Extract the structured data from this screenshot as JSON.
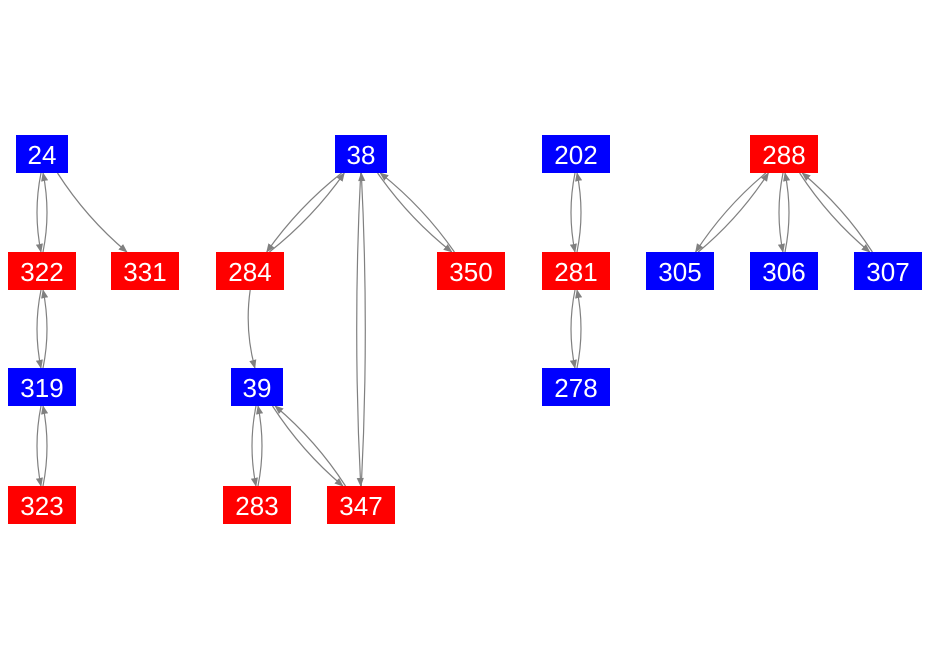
{
  "colors": {
    "blue": "#0000ff",
    "red": "#ff0000",
    "edge": "#808080",
    "label": "#ffffff"
  },
  "nodes": [
    {
      "id": "24",
      "label": "24",
      "color": "blue"
    },
    {
      "id": "322",
      "label": "322",
      "color": "red"
    },
    {
      "id": "331",
      "label": "331",
      "color": "red"
    },
    {
      "id": "319",
      "label": "319",
      "color": "blue"
    },
    {
      "id": "323",
      "label": "323",
      "color": "red"
    },
    {
      "id": "38",
      "label": "38",
      "color": "blue"
    },
    {
      "id": "284",
      "label": "284",
      "color": "red"
    },
    {
      "id": "350",
      "label": "350",
      "color": "red"
    },
    {
      "id": "39",
      "label": "39",
      "color": "blue"
    },
    {
      "id": "283",
      "label": "283",
      "color": "red"
    },
    {
      "id": "347",
      "label": "347",
      "color": "red"
    },
    {
      "id": "202",
      "label": "202",
      "color": "blue"
    },
    {
      "id": "281",
      "label": "281",
      "color": "red"
    },
    {
      "id": "278",
      "label": "278",
      "color": "blue"
    },
    {
      "id": "288",
      "label": "288",
      "color": "red"
    },
    {
      "id": "305",
      "label": "305",
      "color": "blue"
    },
    {
      "id": "306",
      "label": "306",
      "color": "blue"
    },
    {
      "id": "307",
      "label": "307",
      "color": "blue"
    }
  ],
  "edges": [
    {
      "from": "24",
      "to": "322"
    },
    {
      "from": "322",
      "to": "24"
    },
    {
      "from": "24",
      "to": "331"
    },
    {
      "from": "322",
      "to": "319"
    },
    {
      "from": "319",
      "to": "322"
    },
    {
      "from": "319",
      "to": "323"
    },
    {
      "from": "323",
      "to": "319"
    },
    {
      "from": "38",
      "to": "284"
    },
    {
      "from": "284",
      "to": "38"
    },
    {
      "from": "38",
      "to": "350"
    },
    {
      "from": "350",
      "to": "38"
    },
    {
      "from": "38",
      "to": "347"
    },
    {
      "from": "347",
      "to": "38"
    },
    {
      "from": "284",
      "to": "39"
    },
    {
      "from": "39",
      "to": "283"
    },
    {
      "from": "283",
      "to": "39"
    },
    {
      "from": "39",
      "to": "347"
    },
    {
      "from": "347",
      "to": "39"
    },
    {
      "from": "202",
      "to": "281"
    },
    {
      "from": "281",
      "to": "202"
    },
    {
      "from": "281",
      "to": "278"
    },
    {
      "from": "278",
      "to": "281"
    },
    {
      "from": "288",
      "to": "305"
    },
    {
      "from": "305",
      "to": "288"
    },
    {
      "from": "288",
      "to": "306"
    },
    {
      "from": "306",
      "to": "288"
    },
    {
      "from": "307",
      "to": "288"
    },
    {
      "from": "288",
      "to": "307"
    }
  ]
}
